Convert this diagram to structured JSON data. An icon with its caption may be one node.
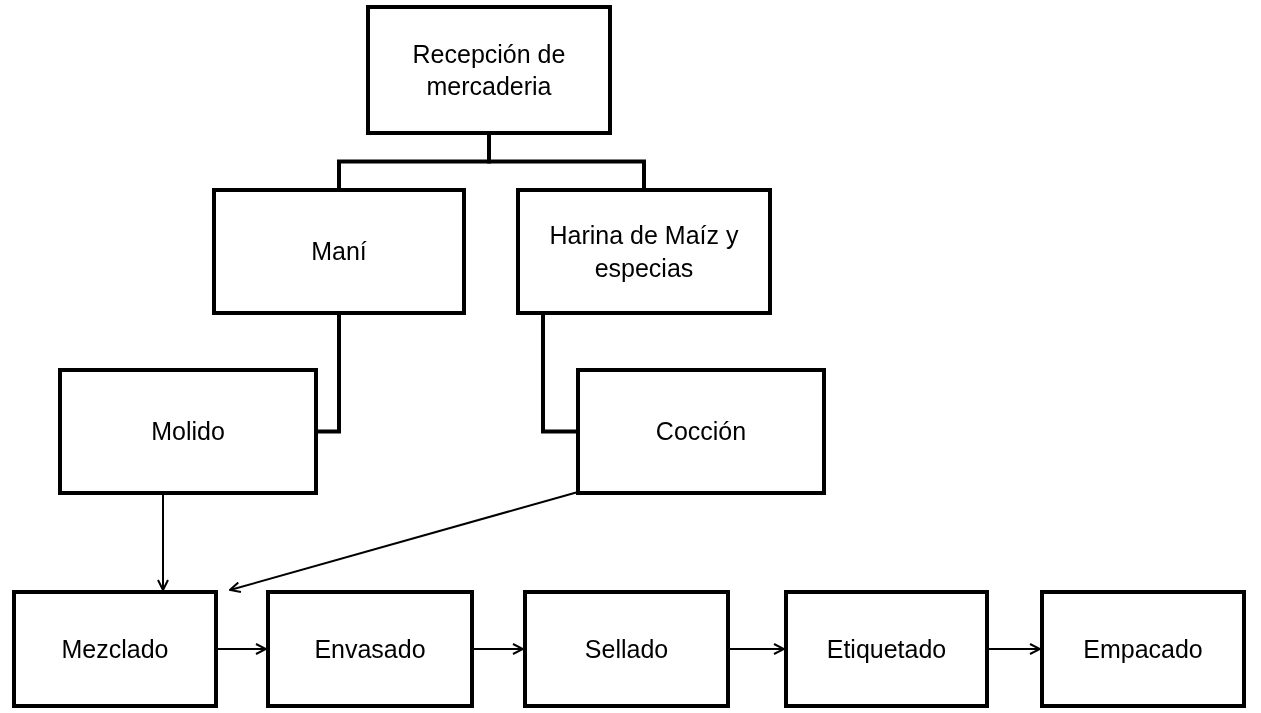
{
  "diagram": {
    "nodes": [
      {
        "text": [
          "Recepción de mercaderia"
        ]
      },
      {
        "text": [
          "Maní"
        ]
      },
      {
        "text": [
          "Harina de Maíz y especias"
        ]
      },
      {
        "text": [
          "Molido"
        ]
      },
      {
        "text": [
          "Cocción"
        ]
      },
      {
        "text": [
          "Mezclado"
        ]
      },
      {
        "text": [
          "Envasado"
        ]
      },
      {
        "text": [
          "Sellado"
        ]
      },
      {
        "text": [
          "Etiquetado"
        ]
      },
      {
        "text": [
          "Empacado"
        ]
      }
    ],
    "edges": [
      {
        "from": 0,
        "to": 1,
        "arrow": "none",
        "style": "thick"
      },
      {
        "from": 0,
        "to": 2,
        "arrow": "none",
        "style": "thick"
      },
      {
        "from": 1,
        "to": 3,
        "arrow": "none",
        "style": "thick"
      },
      {
        "from": 2,
        "to": 4,
        "arrow": "none",
        "style": "thick"
      },
      {
        "from": 3,
        "to": 5,
        "arrow": "to"
      },
      {
        "from": 4,
        "to": 5,
        "arrow": "to"
      },
      {
        "from": 5,
        "to": 6,
        "arrow": "to"
      },
      {
        "from": 6,
        "to": 7,
        "arrow": "to"
      },
      {
        "from": 7,
        "to": 8,
        "arrow": "to"
      },
      {
        "from": 8,
        "to": 9,
        "arrow": "to"
      }
    ]
  }
}
